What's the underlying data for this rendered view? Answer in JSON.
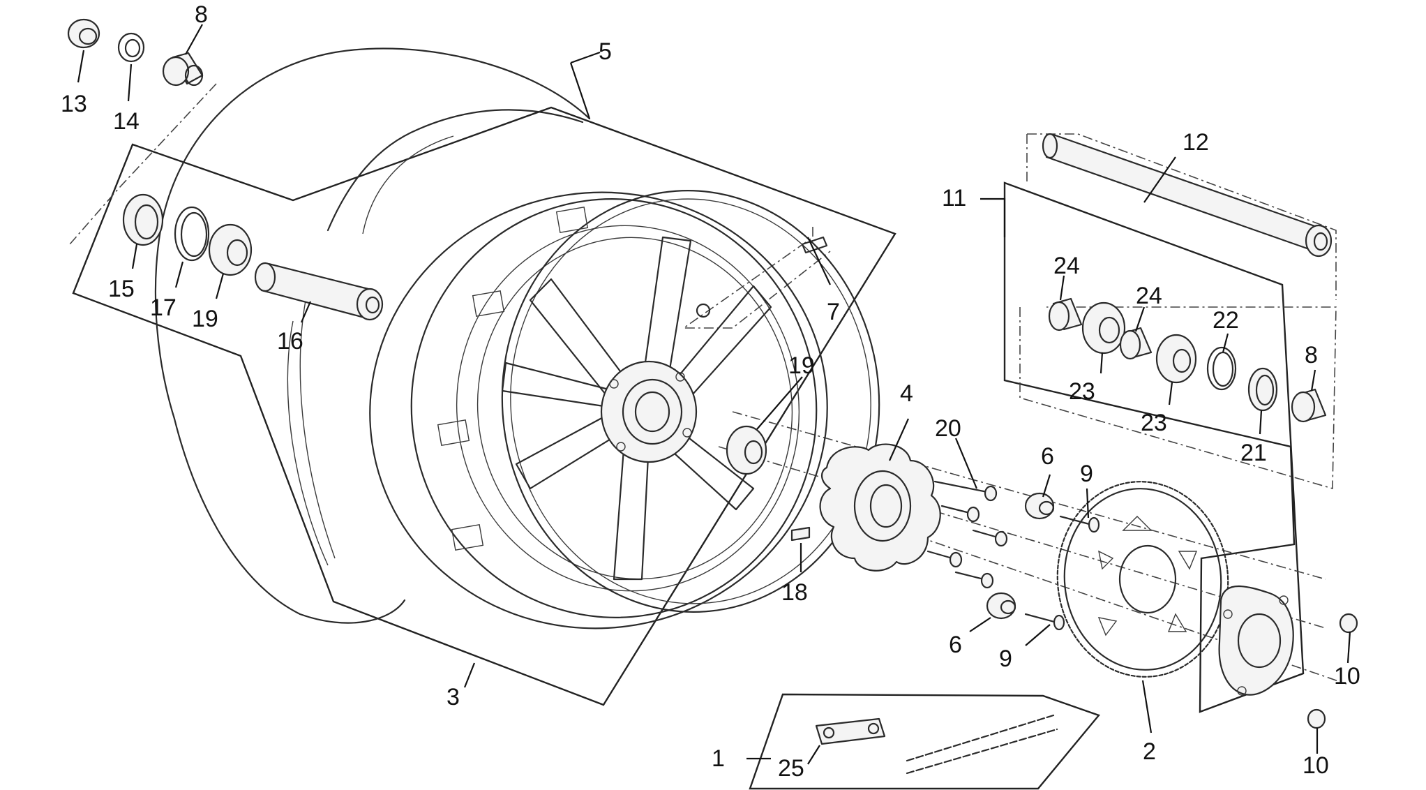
{
  "diagram": {
    "callouts": [
      {
        "id": "c13",
        "label": "13"
      },
      {
        "id": "c14",
        "label": "14"
      },
      {
        "id": "c8a",
        "label": "8"
      },
      {
        "id": "c5",
        "label": "5"
      },
      {
        "id": "c15",
        "label": "15"
      },
      {
        "id": "c17",
        "label": "17"
      },
      {
        "id": "c19a",
        "label": "19"
      },
      {
        "id": "c16",
        "label": "16"
      },
      {
        "id": "c7",
        "label": "7"
      },
      {
        "id": "c19b",
        "label": "19"
      },
      {
        "id": "c12",
        "label": "12"
      },
      {
        "id": "c11",
        "label": "11"
      },
      {
        "id": "c24a",
        "label": "24"
      },
      {
        "id": "c24b",
        "label": "24"
      },
      {
        "id": "c22",
        "label": "22"
      },
      {
        "id": "c8b",
        "label": "8"
      },
      {
        "id": "c23a",
        "label": "23"
      },
      {
        "id": "c23b",
        "label": "23"
      },
      {
        "id": "c21",
        "label": "21"
      },
      {
        "id": "c4",
        "label": "4"
      },
      {
        "id": "c20",
        "label": "20"
      },
      {
        "id": "c6a",
        "label": "6"
      },
      {
        "id": "c9a",
        "label": "9"
      },
      {
        "id": "c18",
        "label": "18"
      },
      {
        "id": "c6b",
        "label": "6"
      },
      {
        "id": "c9b",
        "label": "9"
      },
      {
        "id": "c10a",
        "label": "10"
      },
      {
        "id": "c10b",
        "label": "10"
      },
      {
        "id": "c3",
        "label": "3"
      },
      {
        "id": "c1",
        "label": "1"
      },
      {
        "id": "c25",
        "label": "25"
      },
      {
        "id": "c2",
        "label": "2"
      }
    ]
  }
}
